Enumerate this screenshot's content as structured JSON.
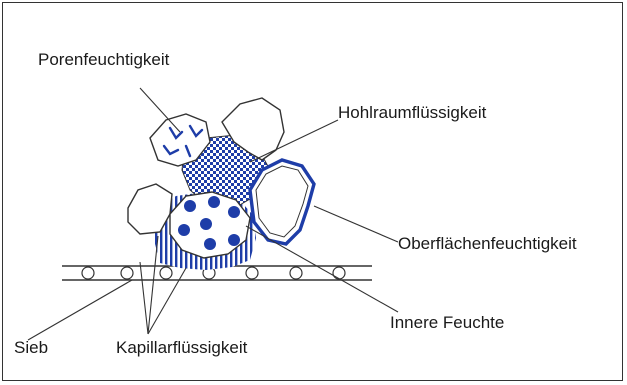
{
  "labels": {
    "porenfeuchtigkeit": "Porenfeuchtigkeit",
    "hohlraumfluessigkeit": "Hohlraumflüssigkeit",
    "oberflaechenfeuchtigkeit": "Oberflächenfeuchtigkeit",
    "innere_feuchte": "Innere Feuchte",
    "sieb": "Sieb",
    "kapillarfluessigkeit": "Kapillarflüssigkeit"
  },
  "colors": {
    "liquid_blue": "#1e3da8",
    "outline": "#333333",
    "text": "#1a1a1a"
  }
}
